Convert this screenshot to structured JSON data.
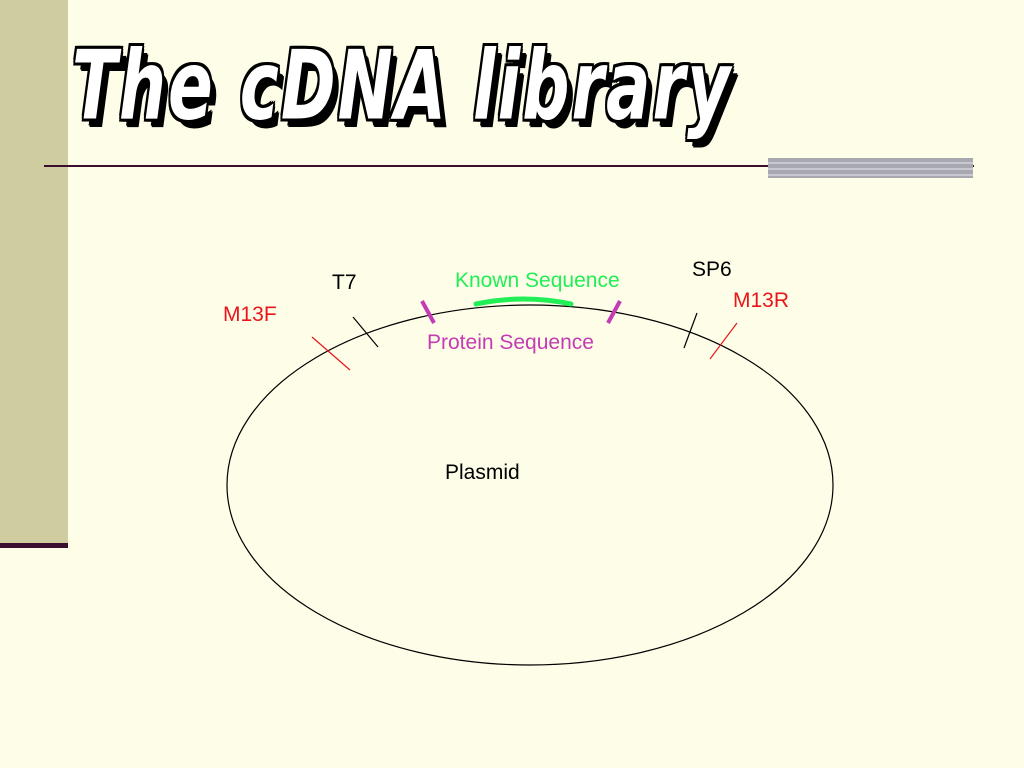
{
  "slide": {
    "title": "The cDNA library"
  },
  "diagram": {
    "labels": {
      "t7": "T7",
      "sp6": "SP6",
      "m13f": "M13F",
      "m13r": "M13R",
      "known_sequence": "Known Sequence",
      "protein_sequence": "Protein Sequence",
      "plasmid": "Plasmid"
    },
    "colors": {
      "background": "#fefde8",
      "sidebar": "#cfcca0",
      "rule": "#3a0e2e",
      "m13": "#e8151b",
      "known_sequence": "#22ee55",
      "protein_sequence": "#c43cb4",
      "promoter": "#000000"
    }
  }
}
